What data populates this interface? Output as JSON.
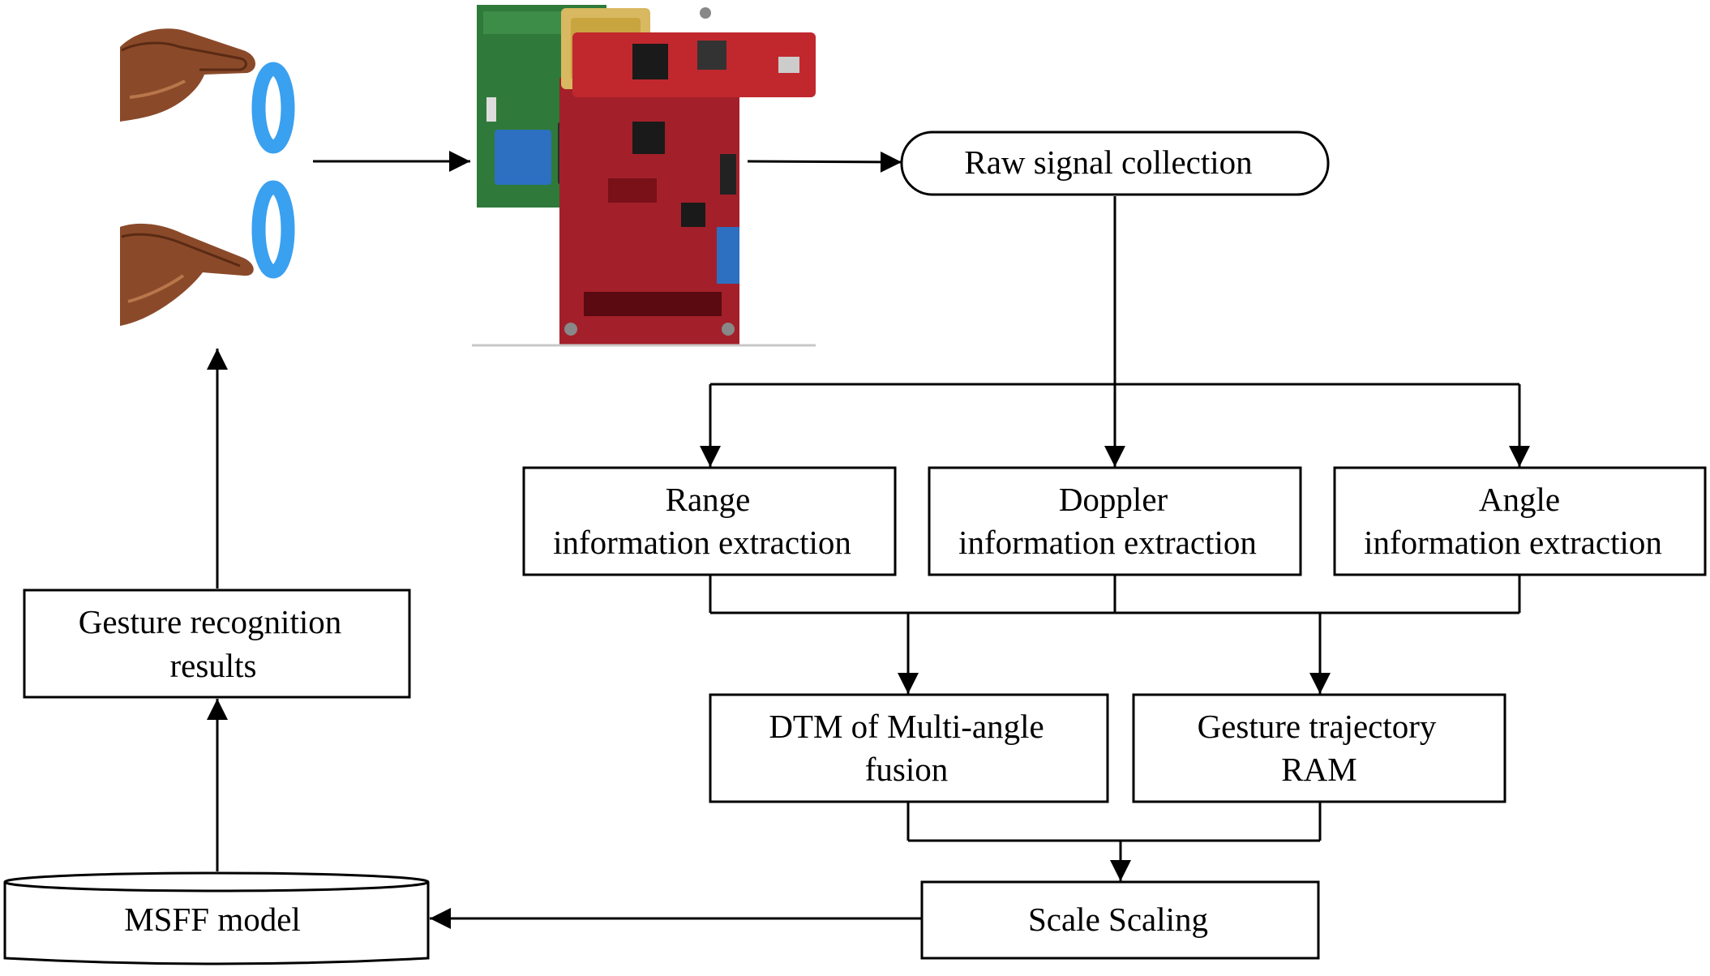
{
  "nodes": {
    "raw_signal": {
      "label": "Raw signal collection"
    },
    "range": {
      "line1": "Range",
      "line2": "information extraction"
    },
    "doppler": {
      "line1": "Doppler",
      "line2": "information extraction"
    },
    "angle": {
      "line1": "Angle",
      "line2": "information extraction"
    },
    "dtm": {
      "line1": "DTM of Multi-angle",
      "line2": "fusion"
    },
    "trajectory": {
      "line1": "Gesture trajectory",
      "line2": "RAM"
    },
    "scale": {
      "label": "Scale Scaling"
    },
    "msff": {
      "label": "MSFF model"
    },
    "results": {
      "line1": "Gesture recognition",
      "line2": "results"
    }
  },
  "colors": {
    "line": "#000000",
    "ring": "#3aa0f0",
    "skin": "#8a4a2a",
    "board_red": "#a3202a",
    "board_green": "#2f7a3a",
    "board_blue": "#2d6fc0",
    "heatsink": "#d8b860"
  },
  "icons": [
    "hand-gesture-icon",
    "radar-board-image"
  ]
}
